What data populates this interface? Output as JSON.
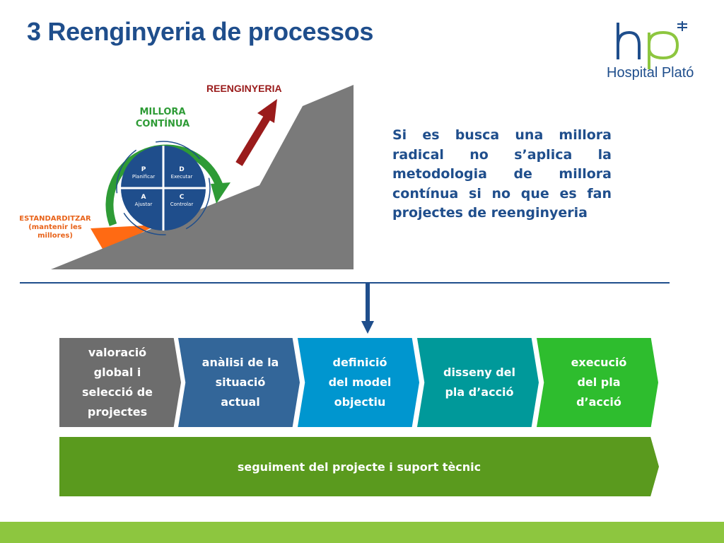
{
  "title": "3 Reenginyeria de processos",
  "logo": {
    "mark": "hp",
    "name": "Hospital Plató"
  },
  "diagram": {
    "reenginyeria_label": "REENGINYERIA",
    "millora_label": [
      "MILLORA",
      "CONTÍNUA"
    ],
    "estandarditzar_label": [
      "ESTANDARDITZAR",
      "(mantenir les",
      "millores)"
    ],
    "pdca": [
      {
        "letter": "P",
        "text": "Planificar"
      },
      {
        "letter": "D",
        "text": "Executar"
      },
      {
        "letter": "A",
        "text": "Ajustar"
      },
      {
        "letter": "C",
        "text": "Controlar"
      }
    ]
  },
  "side_text": "Si es busca una millora radical no s’aplica la metodologia de millora contínua si no que es fan projectes de reenginyeria",
  "steps": [
    [
      "valoració",
      "global i",
      "selecció de",
      "projectes"
    ],
    [
      "anàlisi de la",
      "situació",
      "actual"
    ],
    [
      "definició",
      "del model",
      "objectiu"
    ],
    [
      "disseny del",
      "pla d’acció"
    ],
    [
      "execució",
      "del pla",
      "d’acció"
    ]
  ],
  "banner": "seguiment del projecte i suport tècnic",
  "colors": {
    "title": "#1f4e8c",
    "reenginyeria": "#9a1b1b",
    "millora": "#2e9b36",
    "estandarditzar": "#e8631a",
    "steps": [
      "#6d6d6d",
      "#336699",
      "#0096cf",
      "#00999a",
      "#2ebd2e"
    ],
    "banner": "#5a9a1e",
    "footer": "#8dc63f"
  }
}
